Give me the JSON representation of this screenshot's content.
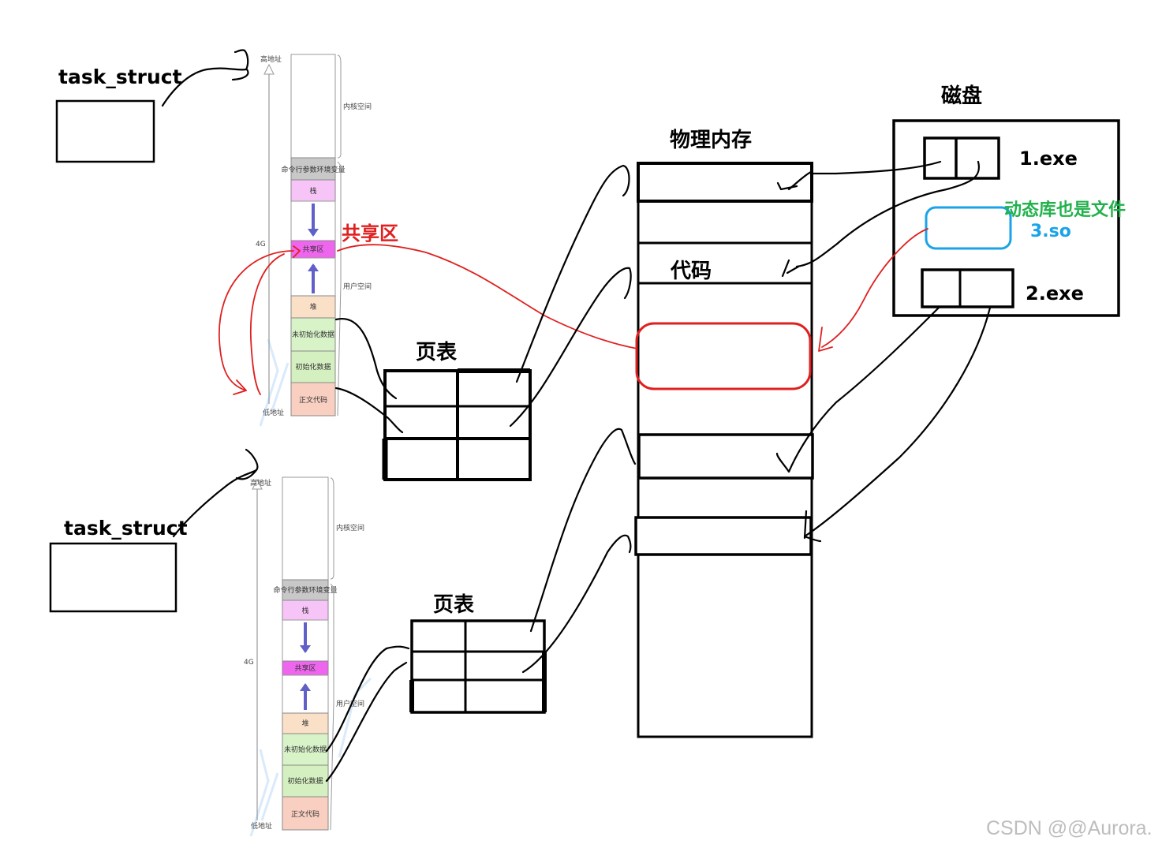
{
  "process1": {
    "task_label": "task_struct",
    "addr_high": "高地址",
    "addr_low": "低地址",
    "size_label": "4G",
    "kernel_label": "内核空间",
    "user_label": "用户空间",
    "segments": [
      "命令行参数环境变量",
      "栈",
      "共享区",
      "堆",
      "未初始化数据",
      "初始化数据",
      "正文代码"
    ]
  },
  "process2": {
    "task_label": "task_struct",
    "addr_high": "高地址",
    "addr_low": "低地址",
    "size_label": "4G",
    "kernel_label": "内核空间",
    "user_label": "用户空间",
    "segments": [
      "命令行参数环境变量",
      "栈",
      "共享区",
      "堆",
      "未初始化数据",
      "初始化数据",
      "正文代码"
    ]
  },
  "shared_region_label": "共享区",
  "page_table_label_1": "页表",
  "page_table_label_2": "页表",
  "physical_memory_label": "物理内存",
  "code_label": "代码",
  "disk": {
    "title": "磁盘",
    "file1": "1.exe",
    "file2": "2.exe",
    "so_file": "3.so",
    "so_note": "动态库也是文件"
  },
  "watermark": "CSDN @@Aurora.",
  "colors": {
    "red": "#e02020",
    "green": "#22b14c",
    "blue": "#1aa3e8",
    "stack": "#f7c4f7",
    "shared": "#ee66ee",
    "heap": "#fbe0c8",
    "bss": "#d8f3c8",
    "data": "#d5f0c0",
    "text": "#f8cfc0",
    "cmdline": "#c8c8c8",
    "arrow": "#6060c8"
  }
}
